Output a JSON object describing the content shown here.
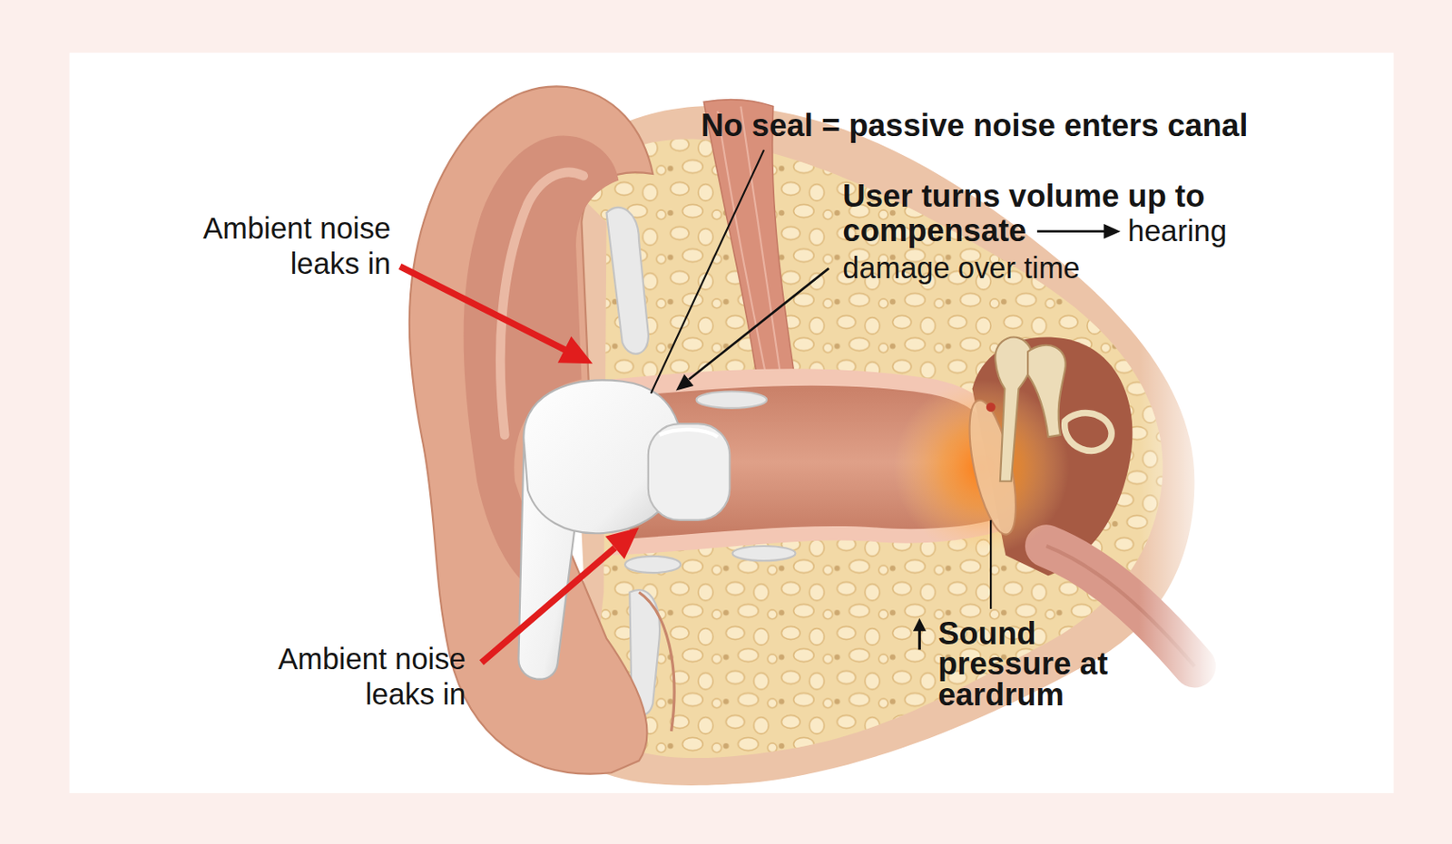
{
  "diagram": {
    "labels": [
      "Ambient noise leaks in",
      "No seal = passive noise enters canal",
      "User turns volume up to compensate",
      "hearing damage over time",
      "Sound pressure at eardrum",
      "Ambient noise leaks in"
    ]
  }
}
